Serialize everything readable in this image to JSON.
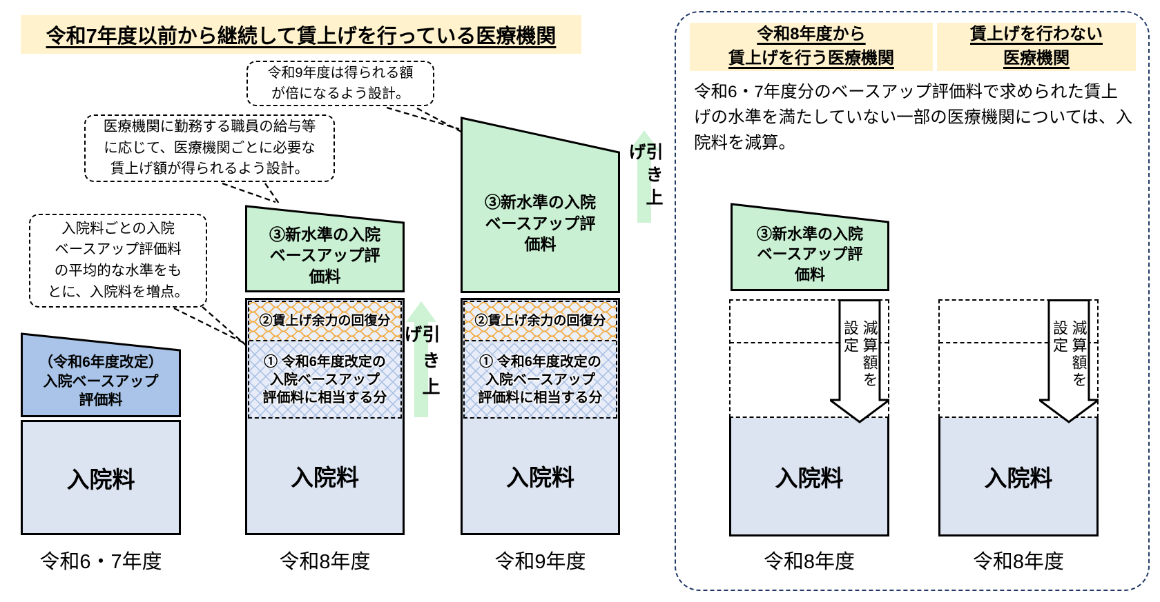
{
  "left_panel": {
    "title": "令和7年度以前から継続して賃上げを行っている医療機関",
    "callouts": {
      "double_design": "令和9年度は得られる額\nが倍になるよう設計。",
      "per_institution_design": "医療機関に勤務する職員の給与等\nに応じて、医療機関ごとに必要な\n賃上げ額が得られるよう設計。",
      "average_level": "入院料ごとの入院\nベースアップ評価料\nの平均的な水準をも\nとに、入院料を増点。"
    },
    "raise_arrow_label": "引き上げ",
    "bars": {
      "r67": {
        "top_block": "（令和6年度改定）\n入院ベースアップ\n評価料",
        "base": "入院料",
        "year": "令和6・7年度"
      },
      "r8": {
        "top_block": "③新水準の入院\nベースアップ評\n価料",
        "sec2": "②賃上げ余力の回復分",
        "sec1": "① 令和6年度改定の\n入院ベースアップ\n評価料に相当する分",
        "base": "入院料",
        "year": "令和8年度"
      },
      "r9": {
        "top_block": "③新水準の入院\nベースアップ評\n価料",
        "sec2": "②賃上げ余力の回復分",
        "sec1": "① 令和6年度改定の\n入院ベースアップ\n評価料に相当する分",
        "base": "入院料",
        "year": "令和9年度"
      }
    }
  },
  "right_panel": {
    "header_new": "令和8年度から\n賃上げを行う医療機関",
    "header_none": "賃上げを行わない\n医療機関",
    "note": "令和6・7年度分のベースアップ評価料で求められた賃上げの水準を満たしていない一部の医療機関については、入院料を減算。",
    "bars": {
      "new_raise": {
        "top_block": "③新水準の入院\nベースアップ評\n価料",
        "arrow_label": "減算額を\n設定",
        "base": "入院料",
        "year": "令和8年度"
      },
      "no_raise": {
        "arrow_label": "減算額を\n設定",
        "base": "入院料",
        "year": "令和8年度"
      }
    }
  },
  "colors": {
    "banner_yellow": "#FFF2CC",
    "baseup_blue": "#A9C4E8",
    "baseup_green": "#C9F0D2",
    "hospital_fee_fill": "#DCE4F2",
    "raise_arrow_green": "#CDF2D4",
    "panel_border_navy": "#1F3864",
    "scallop_orange": "#F2A93C",
    "lattice_blue": "#A6BEE3"
  }
}
